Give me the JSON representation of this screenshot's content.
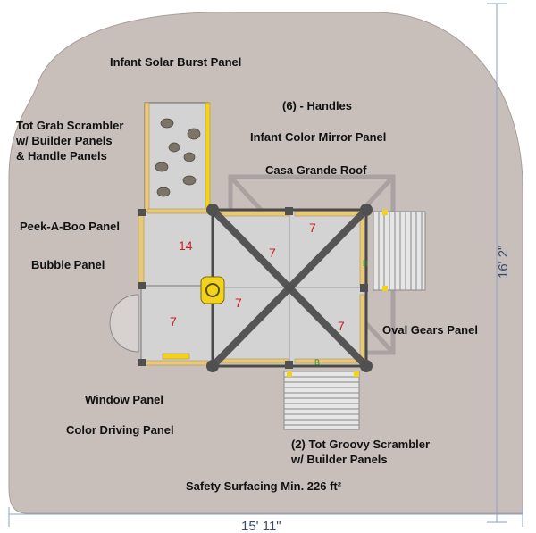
{
  "labels": {
    "infant_solar_burst": "Infant Solar Burst Panel",
    "tot_grab_1": "Tot Grab Scrambler",
    "tot_grab_2": "w/ Builder Panels",
    "tot_grab_3": "& Handle Panels",
    "handles": "(6) - Handles",
    "infant_color_mirror": "Infant Color Mirror Panel",
    "casa_grande_roof": "Casa Grande Roof",
    "peek_a_boo": "Peek-A-Boo Panel",
    "bubble_panel": "Bubble Panel",
    "oval_gears": "Oval Gears Panel",
    "window_panel": "Window Panel",
    "color_driving": "Color Driving Panel",
    "tot_groovy_1": "(2) Tot Groovy Scrambler",
    "tot_groovy_2": "w/ Builder Panels",
    "safety_surfacing": "Safety Surfacing Min. 226 ft²"
  },
  "dimensions": {
    "width": "15' 11\"",
    "height": "16' 2\""
  },
  "deck_heights": {
    "left_upper": "14",
    "left_lower": "7",
    "center_left": "7",
    "center_top": "7",
    "top_right": "7",
    "center_right": "7"
  },
  "panel_marks": {
    "b_right": "B",
    "b_bottom": "B"
  },
  "colors": {
    "surfacing": "#c8bfbb",
    "deck": "#d3d3d3",
    "post": "#505050",
    "beam": "#555555",
    "wood": "#e8c87a",
    "yellow_panel": "#f2d21b",
    "number_red": "#d11a1a",
    "dimension_line": "#8ea2c8"
  }
}
